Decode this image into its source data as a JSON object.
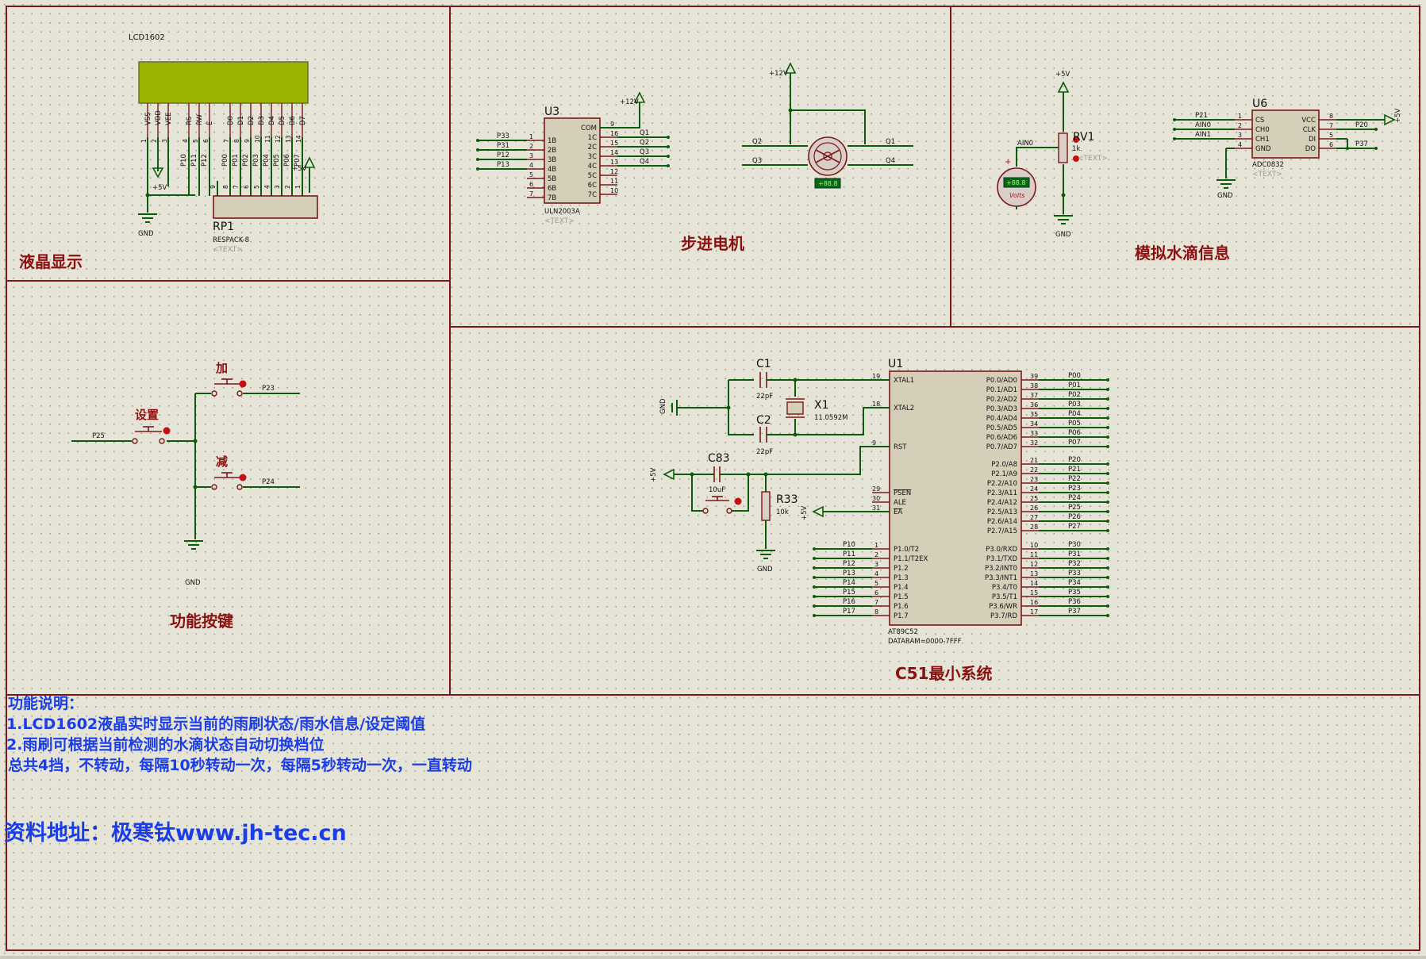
{
  "sections": {
    "lcd": "液晶显示",
    "stepper": "步进电机",
    "rain": "模拟水滴信息",
    "keys": "功能按键",
    "mcu": "C51最小系统"
  },
  "lcd": {
    "ref": "LCD1602",
    "pins": [
      "VSS",
      "VDD",
      "VEE",
      "RS",
      "RW",
      "E",
      "D0",
      "D1",
      "D2",
      "D3",
      "D4",
      "D5",
      "D6",
      "D7"
    ],
    "pin_numbers": [
      "1",
      "2",
      "3",
      "4",
      "5",
      "6",
      "7",
      "8",
      "9",
      "10",
      "11",
      "12",
      "13",
      "14"
    ],
    "nets": [
      "P10",
      "P11",
      "P12",
      "P00",
      "P01",
      "P02",
      "P03",
      "P04",
      "P05",
      "P06",
      "P07"
    ],
    "rp_ref": "RP1",
    "rp_value": "RESPACK-8",
    "rp_text": "<TEXT>",
    "rp_numbers": [
      "9",
      "8",
      "7",
      "6",
      "5",
      "4",
      "3",
      "2",
      "1"
    ],
    "power": "+5V",
    "gnd": "GND"
  },
  "uln": {
    "ref": "U3",
    "value": "ULN2003A",
    "text": "<TEXT>",
    "left_pins": [
      "1B",
      "2B",
      "3B",
      "4B",
      "5B",
      "6B",
      "7B"
    ],
    "left_numbers": [
      "1",
      "2",
      "3",
      "4",
      "5",
      "6",
      "7"
    ],
    "right_pins": [
      "COM",
      "1C",
      "2C",
      "3C",
      "4C",
      "5C",
      "6C",
      "7C"
    ],
    "right_numbers": [
      "9",
      "16",
      "15",
      "14",
      "13",
      "12",
      "11",
      "10"
    ],
    "inputs": [
      "P33",
      "P31",
      "P12",
      "P13"
    ],
    "outputs": [
      "Q1",
      "Q2",
      "Q3",
      "Q4"
    ],
    "power": "+12V"
  },
  "motor": {
    "power": "+12V",
    "labels": [
      "Q2",
      "Q1",
      "Q3",
      "Q4"
    ],
    "display": "+88.8"
  },
  "rain": {
    "power": "+5V",
    "pot_ref": "RV1",
    "pot_value": "1k",
    "pot_text": "<TEXT>",
    "ain": "AIN0",
    "meter_value": "+88.8",
    "meter_unit": "Volts",
    "meter_sign": "+",
    "gnd": "GND"
  },
  "adc": {
    "ref": "U6",
    "value": "ADC0832",
    "text": "<TEXT>",
    "left_pins": [
      "CS",
      "CH0",
      "CH1",
      "GND"
    ],
    "left_numbers": [
      "1",
      "2",
      "3",
      "4"
    ],
    "right_pins": [
      "VCC",
      "CLK",
      "DI",
      "DO"
    ],
    "right_numbers": [
      "8",
      "7",
      "5",
      "6"
    ],
    "left_nets": [
      "P21",
      "AIN0",
      "AIN1"
    ],
    "right_nets": [
      "P20",
      "P37"
    ],
    "power": "+5V",
    "gnd": "GND"
  },
  "keys": {
    "set_label": "设置",
    "add_label": "加",
    "sub_label": "减",
    "nets": [
      "P25",
      "P23",
      "P24"
    ],
    "gnd": "GND"
  },
  "mcu": {
    "ref": "U1",
    "value": "AT89C52",
    "dataram": "DATARAM=0000-7FFF",
    "left_pins": [
      "XTAL1",
      "XTAL2",
      "RST",
      "PSEN",
      "ALE",
      "EA"
    ],
    "left_numbers": [
      "19",
      "18",
      "9",
      "29",
      "30",
      "31"
    ],
    "p0_pins": [
      "P0.0/AD0",
      "P0.1/AD1",
      "P0.2/AD2",
      "P0.3/AD3",
      "P0.4/AD4",
      "P0.5/AD5",
      "P0.6/AD6",
      "P0.7/AD7"
    ],
    "p0_numbers": [
      "39",
      "38",
      "37",
      "36",
      "35",
      "34",
      "33",
      "32"
    ],
    "p0_nets": [
      "P00",
      "P01",
      "P02",
      "P03",
      "P04",
      "P05",
      "P06",
      "P07"
    ],
    "p2_pins": [
      "P2.0/A8",
      "P2.1/A9",
      "P2.2/A10",
      "P2.3/A11",
      "P2.4/A12",
      "P2.5/A13",
      "P2.6/A14",
      "P2.7/A15"
    ],
    "p2_numbers": [
      "21",
      "22",
      "23",
      "24",
      "25",
      "26",
      "27",
      "28"
    ],
    "p2_nets": [
      "P20",
      "P21",
      "P22",
      "P23",
      "P24",
      "P25",
      "P26",
      "P27"
    ],
    "p1_pins": [
      "P1.0/T2",
      "P1.1/T2EX",
      "P1.2",
      "P1.3",
      "P1.4",
      "P1.5",
      "P1.6",
      "P1.7"
    ],
    "p1_numbers": [
      "1",
      "2",
      "3",
      "4",
      "5",
      "6",
      "7",
      "8"
    ],
    "p1_nets": [
      "P10",
      "P11",
      "P12",
      "P13",
      "P14",
      "P15",
      "P16",
      "P17"
    ],
    "p3_pins": [
      "P3.0/RXD",
      "P3.1/TXD",
      "P3.2/INT0",
      "P3.3/INT1",
      "P3.4/T0",
      "P3.5/T1",
      "P3.6/WR",
      "P3.7/RD"
    ],
    "p3_numbers": [
      "10",
      "11",
      "12",
      "13",
      "14",
      "15",
      "16",
      "17"
    ],
    "p3_nets": [
      "P30",
      "P31",
      "P32",
      "P33",
      "P34",
      "P35",
      "P36",
      "P37"
    ],
    "c1_ref": "C1",
    "c1_value": "22pF",
    "c2_ref": "C2",
    "c2_value": "22pF",
    "x1_ref": "X1",
    "x1_value": "11.0592M",
    "c83_ref": "C83",
    "c83_value": "10uF",
    "r33_ref": "R33",
    "r33_value": "10k",
    "power": "+5V",
    "gnd": "GND"
  },
  "notes": {
    "heading": "功能说明：",
    "line1": "1.LCD1602液晶实时显示当前的雨刷状态/雨水信息/设定阈值",
    "line2": "2.雨刷可根据当前检测的水滴状态自动切换档位",
    "line3": "总共4挡，不转动，每隔10秒转动一次，每隔5秒转动一次，一直转动",
    "address": "资料地址：极寒钛www.jh-tec.cn"
  }
}
